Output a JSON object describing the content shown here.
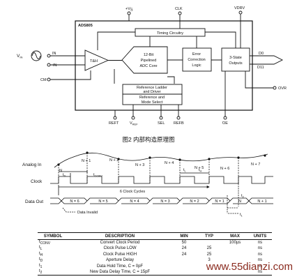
{
  "block_diagram": {
    "chip_name": "ADS805",
    "pins_top": {
      "vs": "+V",
      "vs_sub": "S",
      "clk": "CLK",
      "vdrv": "VDRV"
    },
    "pins_left": {
      "vin": "V",
      "vin_sub": "IN",
      "in": "IN",
      "in_bar": "IN",
      "cm": "CM"
    },
    "pins_bottom": {
      "reft": "REFT",
      "vref": "V",
      "vref_sub": "REF",
      "sel": "SEL",
      "refb": "REFB",
      "oe": "OE"
    },
    "pins_right": {
      "d0": "D0",
      "d11": "D11",
      "ovr": "OVR"
    },
    "blocks": {
      "timing": "Timing Circuitry",
      "th": "T&H",
      "adc_line1": "12-Bit",
      "adc_line2": "Pipelined",
      "adc_line3": "ADC Core",
      "err_line1": "Error",
      "err_line2": "Correction",
      "err_line3": "Logic",
      "out_line1": "3-State",
      "out_line2": "Outputs",
      "ref_line1": "Reference Ladder",
      "ref_line2": "and Driver",
      "sel_line1": "Reference and",
      "sel_line2": "Mode Select"
    },
    "caption": "图2  内部构造原理图"
  },
  "timing": {
    "analog_in": "Analog In",
    "clock": "Clock",
    "data_out": "Data Out",
    "samples": [
      "N",
      "N + 1",
      "N + 2",
      "N + 3",
      "N + 4",
      "N + 5",
      "N + 6",
      "N + 7"
    ],
    "t_d": "t",
    "t_d_sub": "D",
    "t_conv": "t",
    "t_conv_sub": "CONV",
    "t_l": "t",
    "t_l_sub": "L",
    "t_h": "t",
    "t_h_sub": "H",
    "t_2": "t",
    "t_2_sub": "2",
    "t_1": "t",
    "t_1_sub": "1",
    "cycles_label": "6 Clock Cycles",
    "data_cells": [
      "N = 6",
      "N = 5",
      "N = 4",
      "N = 3",
      "N = 2",
      "N = 1",
      "N",
      "N + 1"
    ],
    "data_invalid": "Data Invalid"
  },
  "spec_table": {
    "headers": [
      "SYMBOL",
      "DESCRIPTION",
      "MIN",
      "TYP",
      "MAX",
      "UNITS"
    ],
    "rows": [
      {
        "symbol": "t",
        "symbol_sub": "CONV",
        "description": "Convert Clock Period",
        "min": "50",
        "typ": "",
        "max": "100µs",
        "units": "ns"
      },
      {
        "symbol": "t",
        "symbol_sub": "L",
        "description": "Clock Pulse LOW",
        "min": "24",
        "typ": "25",
        "max": "",
        "units": "ns"
      },
      {
        "symbol": "t",
        "symbol_sub": "H",
        "description": "Clock Pulse HIGH",
        "min": "24",
        "typ": "25",
        "max": "",
        "units": "ns"
      },
      {
        "symbol": "t",
        "symbol_sub": "D",
        "description": "Aperture Delay",
        "min": "",
        "typ": "3",
        "max": "",
        "units": "ns"
      },
      {
        "symbol": "t",
        "symbol_sub": "1",
        "description": "Data Hold Time, C  = 0pF",
        "min": "",
        "typ": "",
        "max": "",
        "units": "ns"
      },
      {
        "symbol": "t",
        "symbol_sub": "2",
        "description": "New Data Delay Time, C  = 15pF",
        "min": "",
        "typ": "",
        "max": "",
        "units": "ns"
      }
    ]
  },
  "watermark": "www.55dianzi.com"
}
